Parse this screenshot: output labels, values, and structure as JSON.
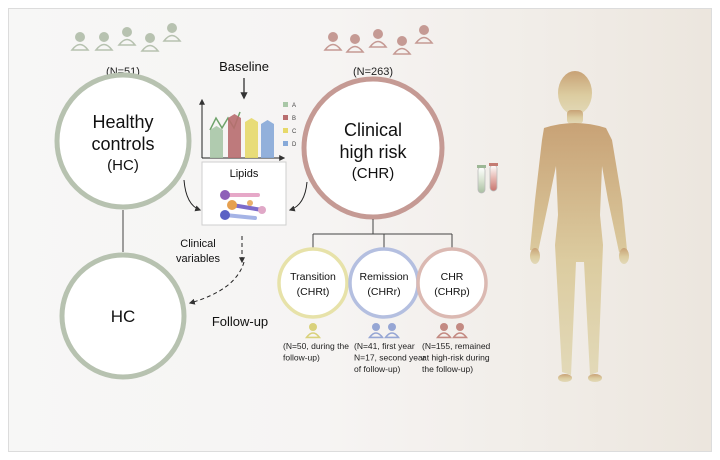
{
  "hc": {
    "n": "(N=51)",
    "title_line1": "Healthy",
    "title_line2": "controls",
    "abbr": "(HC)",
    "followup_label": "HC"
  },
  "chr": {
    "n": "(N=263)",
    "title_line1": "Clinical",
    "title_line2": "high risk",
    "abbr": "(CHR)"
  },
  "baseline_label": "Baseline",
  "lipids_label": "Lipids",
  "legend": [
    "A",
    "B",
    "C",
    "D"
  ],
  "clinical_variables_line1": "Clinical",
  "clinical_variables_line2": "variables",
  "followup_label": "Follow-up",
  "outcomes": [
    {
      "name": "Transition",
      "abbr": "(CHRt)",
      "desc": [
        "(N=50, during the",
        "follow-up)"
      ]
    },
    {
      "name": "Remission",
      "abbr": "(CHRr)",
      "desc": [
        "(N=41, first year",
        "N=17, second year",
        "of follow-up)"
      ]
    },
    {
      "name": "CHR",
      "abbr": "(CHRp)",
      "desc": [
        "(N=155,  remained",
        "at high-risk during",
        "the follow-up)"
      ]
    }
  ],
  "colors": {
    "hc": "#b7c2b0",
    "chr": "#c59a94",
    "transition": "#e7e2a9",
    "remission": "#b4bfe0",
    "chrp": "#dbb9b2",
    "bar_a": "#a9c7a7",
    "bar_b": "#b86d6f",
    "bar_c": "#e7d96a",
    "bar_d": "#87a9d8",
    "body": "#d8c9a2"
  },
  "icons": {
    "hc_people": "person-icon",
    "chr_people": "person-icon",
    "tubes": "test-tube-icon",
    "human": "human-body-icon"
  }
}
